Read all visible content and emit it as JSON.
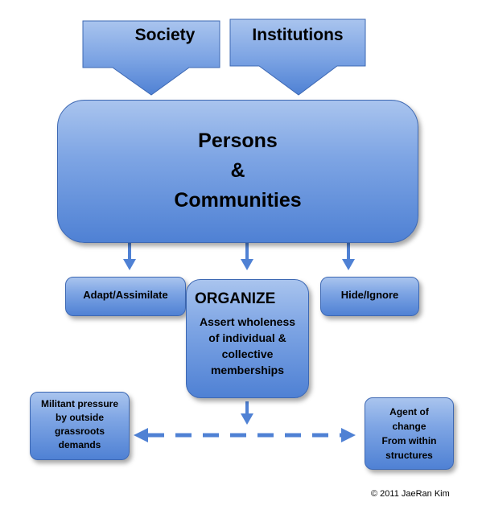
{
  "top": {
    "society": "Society",
    "institutions": "Institutions"
  },
  "center": {
    "line1": "Persons",
    "line2": "&",
    "line3": "Communities"
  },
  "responses": {
    "adapt": "Adapt/Assimilate",
    "hide": "Hide/Ignore",
    "organize_title": "ORGANIZE",
    "organize_body": [
      "Assert wholeness",
      "of individual &",
      "collective",
      "memberships"
    ]
  },
  "outcomes": {
    "militant": [
      "Militant pressure",
      "by outside",
      "grassroots",
      "demands"
    ],
    "agent": [
      "Agent of",
      "change",
      "From within",
      "structures"
    ]
  },
  "copyright": "© 2011 JaeRan Kim",
  "colors": {
    "box_top": "#a9c4ee",
    "box_bottom": "#4f81d4",
    "border": "#3d68b3",
    "arrow": "#4f81d4"
  }
}
